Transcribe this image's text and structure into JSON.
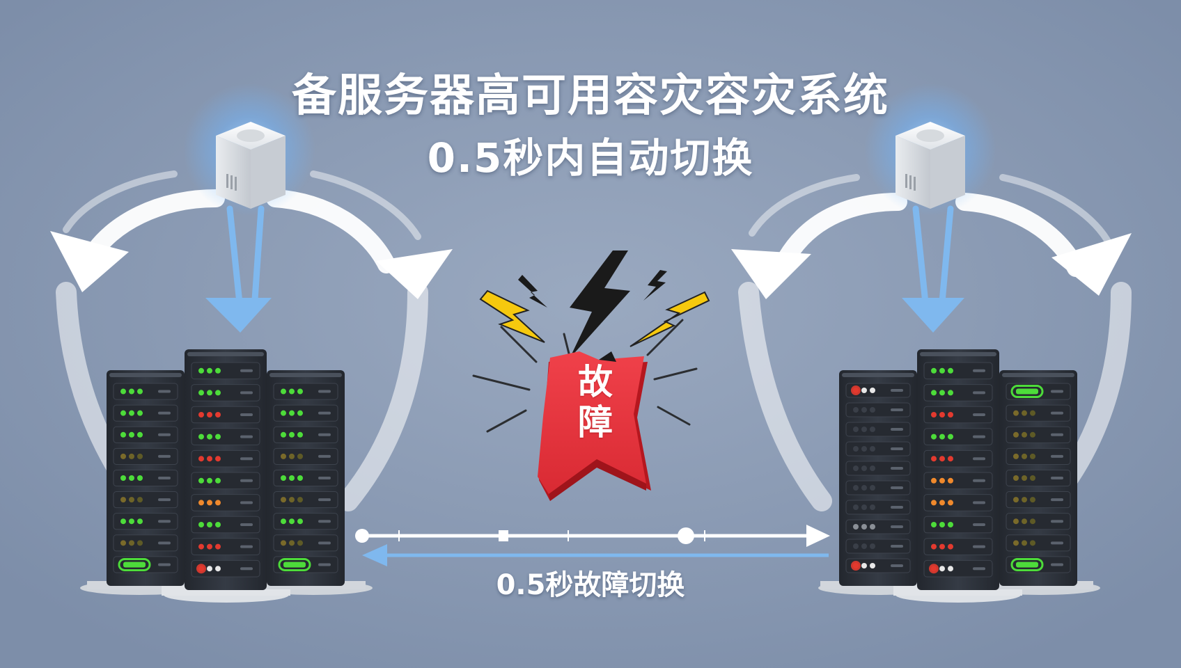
{
  "title": {
    "line1": "备服务器高可用容灾容灾系统",
    "line2": "0.5秒内自动切换"
  },
  "fault_badge": {
    "line1": "故",
    "line2": "障",
    "color": "#e8343c"
  },
  "failover_caption": "0.5秒故障切换",
  "colors": {
    "background": "#8798b2",
    "rack": "#2c313a",
    "led_green": "#4ddc3a",
    "led_red": "#e33a2f",
    "led_orange": "#f0892c",
    "led_white": "#e8e8e8",
    "arrow_blue": "#7fb8ee",
    "arrow_white": "#ffffff",
    "bolt_yellow": "#f6c90e",
    "bolt_black": "#1a1a1a"
  },
  "icons": [
    "router-icon",
    "server-rack-icon",
    "lightning-bolt-icon",
    "curved-arrow-icon",
    "timeline-arrow-icon"
  ],
  "left_cluster": {
    "rack_left": [
      "green",
      "green",
      "green",
      "dim",
      "green",
      "dim",
      "green",
      "dim",
      "battery"
    ],
    "rack_center": [
      "green",
      "green",
      "red",
      "green",
      "red",
      "green",
      "orange",
      "green",
      "red",
      "mixed"
    ],
    "rack_right": [
      "green",
      "green",
      "green",
      "dim",
      "green",
      "dim",
      "green",
      "dim",
      "battery"
    ]
  },
  "right_cluster": {
    "rack_left": [
      "mixed",
      "off",
      "off",
      "off",
      "off",
      "off",
      "off",
      "grey",
      "off",
      "mixed"
    ],
    "rack_center": [
      "green",
      "green",
      "red",
      "green",
      "red",
      "orange",
      "orange",
      "green",
      "red",
      "mixed"
    ],
    "rack_right": [
      "battery",
      "dim",
      "dim",
      "dim",
      "dim",
      "dim",
      "dim",
      "dim",
      "battery"
    ]
  }
}
